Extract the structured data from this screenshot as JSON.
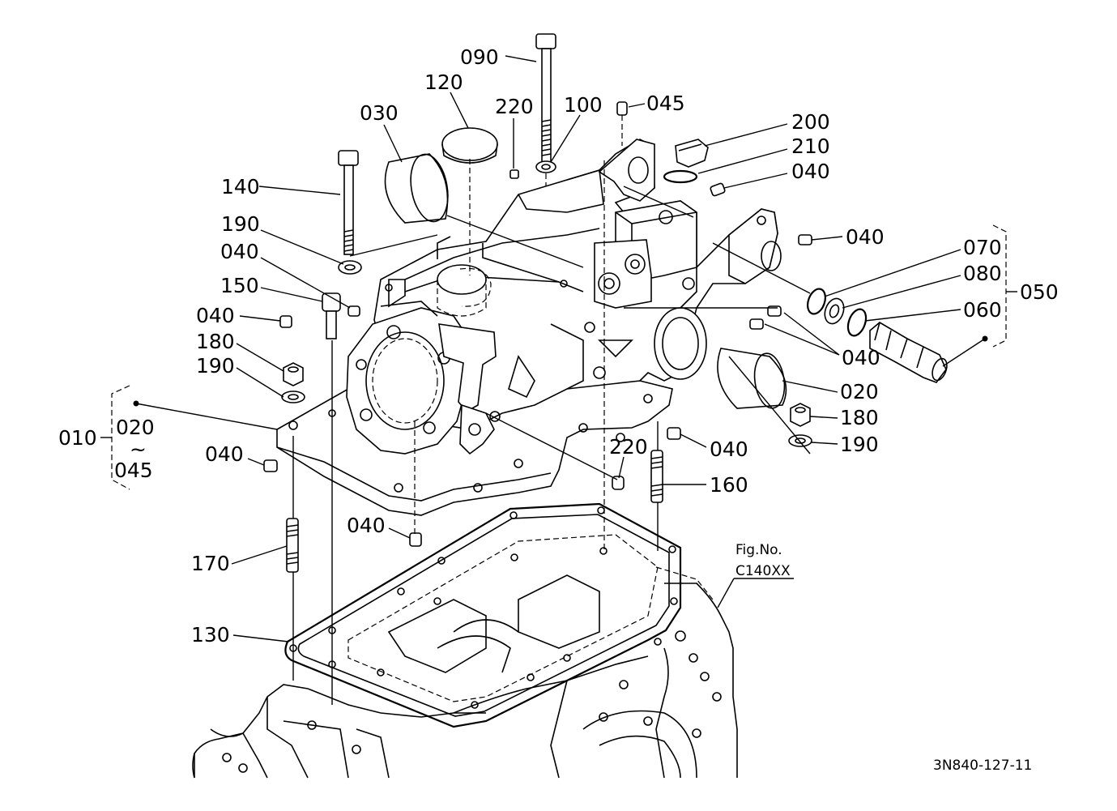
{
  "figure_ref": {
    "line1": "Fig.No.",
    "line2": "C140XX"
  },
  "drawing_code": "3N840-127-11",
  "group_010": {
    "id": "010",
    "range_from": "020",
    "tilde": "~",
    "range_to": "045"
  },
  "group_050": {
    "id": "050"
  },
  "callouts": {
    "c090": "090",
    "c120": "120",
    "c220a": "220",
    "c100": "100",
    "c045": "045",
    "c030": "030",
    "c200": "200",
    "c210": "210",
    "c040a": "040",
    "c140": "140",
    "c040b": "040",
    "c190a": "190",
    "c070": "070",
    "c040c": "040",
    "c080": "080",
    "c150": "150",
    "c060": "060",
    "c040d": "040",
    "c180a": "180",
    "c040e": "040",
    "c190b": "190",
    "c020": "020",
    "c180b": "180",
    "c190c": "190",
    "c040f": "040",
    "c220b": "220",
    "c040g": "040",
    "c160": "160",
    "c040h": "040",
    "c170": "170",
    "c130": "130"
  }
}
